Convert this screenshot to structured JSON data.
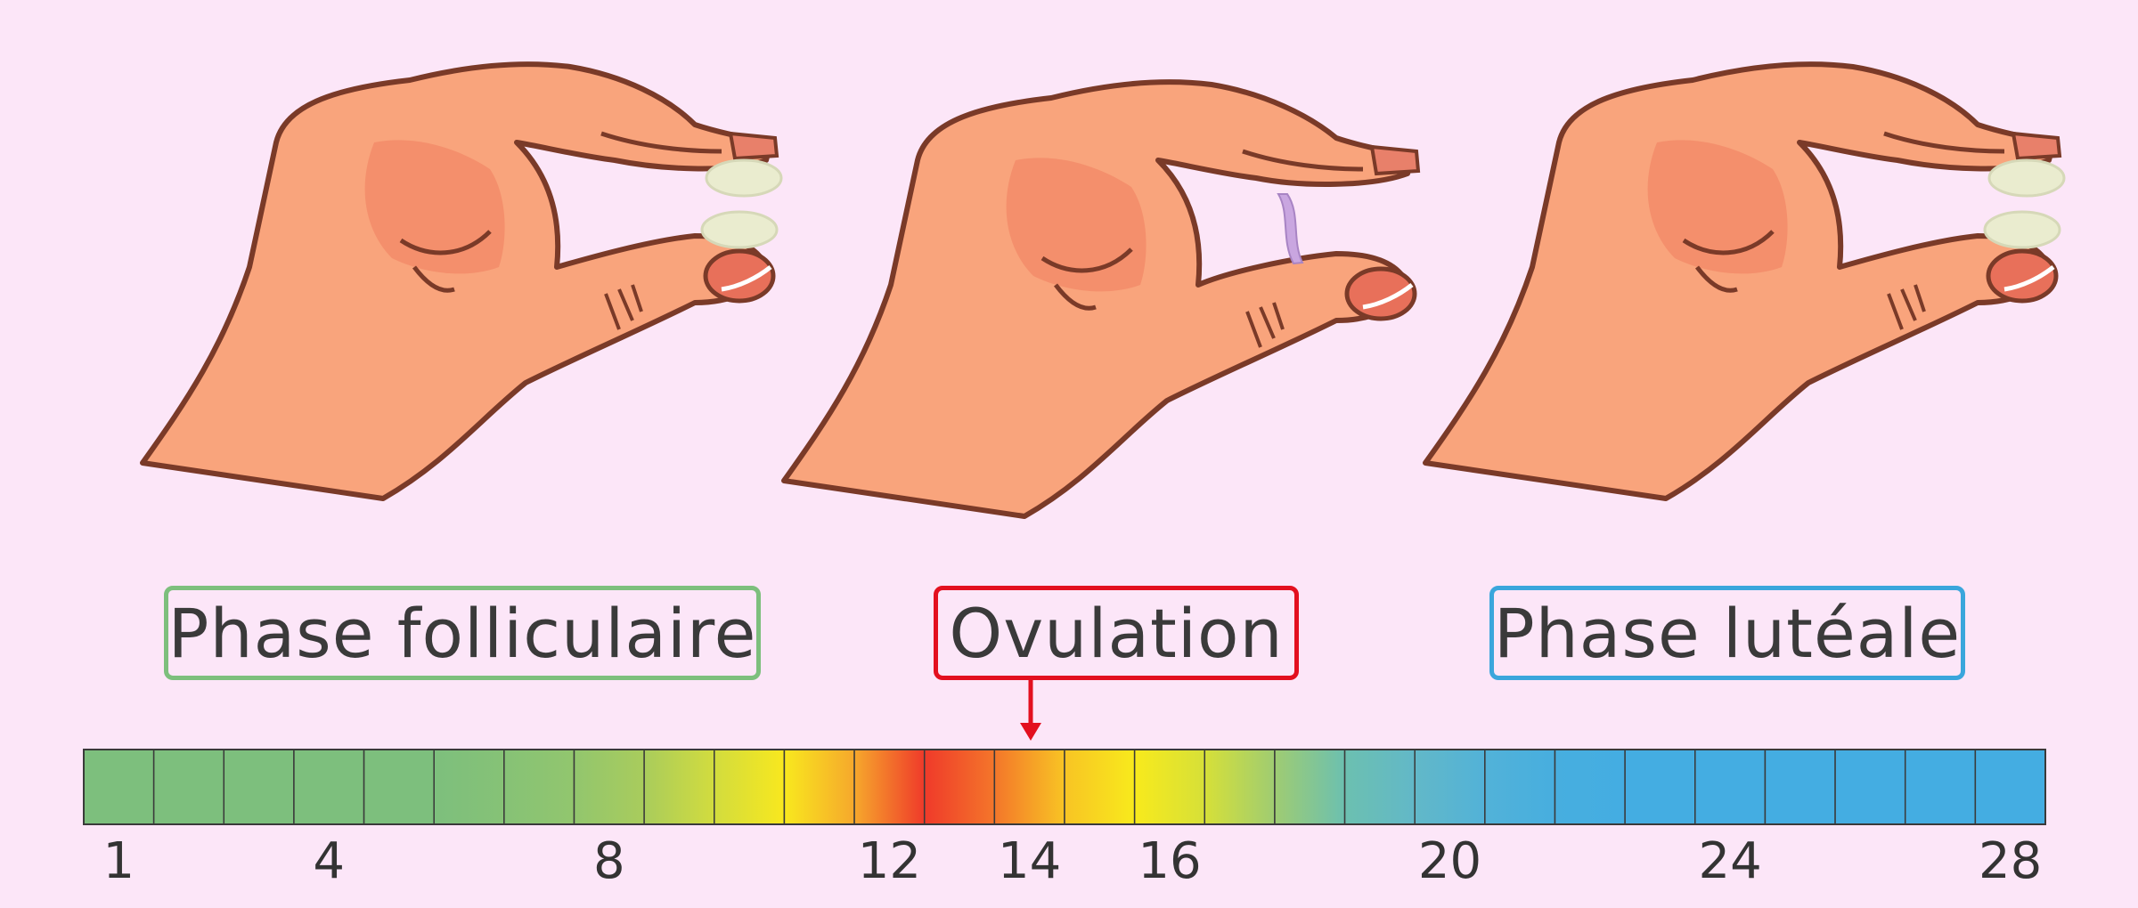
{
  "labels": {
    "follicular": "Phase folliculaire",
    "ovulation": "Ovulation",
    "luteal": "Phase lutéale"
  },
  "colors": {
    "background": "#fce6f8",
    "follicular_border": "#7dbf7d",
    "ovulation_border": "#e3101f",
    "luteal_border": "#3aa6dc",
    "skin": "#f9a47c",
    "outline": "#7a3a28",
    "mucus_creamy": "#eaeccf",
    "mucus_stretchy": "#c9a6e0"
  },
  "timeline": {
    "days": 28,
    "highlight_day": 14,
    "tick_labels": [
      "1",
      "4",
      "8",
      "12",
      "14",
      "16",
      "20",
      "24",
      "28"
    ],
    "tick_days": [
      1,
      4,
      8,
      12,
      14,
      16,
      20,
      24,
      28
    ],
    "cell_colors": [
      "#7dbf7d",
      "#7dbf7d",
      "#7dbf7d",
      "#7dbf7d",
      "#7dbf7d",
      "#7dbf7d",
      "#86c276",
      "#92c66e",
      "#a9cc5c",
      "#d2dc3e",
      "#f8e81e",
      "#f6a82c",
      "#ef3a2a",
      "#f4762a",
      "#f8c424",
      "#f8ea1c",
      "#d6e038",
      "#9fcc72",
      "#6cc0b0",
      "#62b8c8",
      "#52b2d8",
      "#47aedf",
      "#44ade2",
      "#44ade2",
      "#44ade2",
      "#44ade2",
      "#44ade2",
      "#44ade2"
    ]
  },
  "hands": [
    {
      "name": "hand-follicular",
      "mucus": "creamy"
    },
    {
      "name": "hand-ovulation",
      "mucus": "stretchy"
    },
    {
      "name": "hand-luteal",
      "mucus": "creamy"
    }
  ]
}
